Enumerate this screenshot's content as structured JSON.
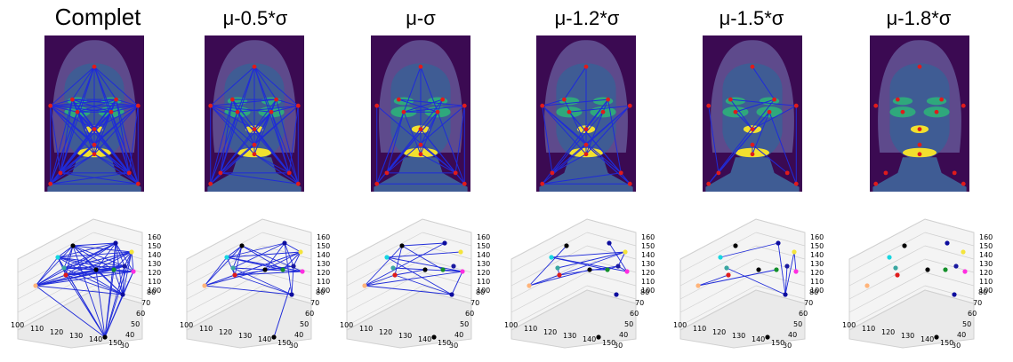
{
  "titles": [
    "Complet",
    "μ-0.5*σ",
    "μ-σ",
    "μ-1.2*σ",
    "μ-1.5*σ",
    "μ-1.8*σ"
  ],
  "axis_ticks": {
    "z": [
      "160",
      "150",
      "140",
      "130",
      "120",
      "110",
      "100"
    ],
    "y": [
      "80",
      "70",
      "60",
      "50",
      "40",
      "30"
    ],
    "x": [
      "100",
      "110",
      "120",
      "130",
      "140",
      "150"
    ]
  },
  "colors": {
    "background_frame": "#3b0a52",
    "face_outer": "#5e4a8c",
    "face_inner": "#3f5c94",
    "eyebrow_eye": "#2fa87c",
    "nose_mouth": "#f2e02e",
    "landmark": "#e01b1b",
    "edges": "#1f2bd9",
    "grid": "#d0d0d0"
  },
  "graph_edges_per_panel_relative": [
    1.0,
    0.55,
    0.32,
    0.24,
    0.13,
    0.0
  ]
}
